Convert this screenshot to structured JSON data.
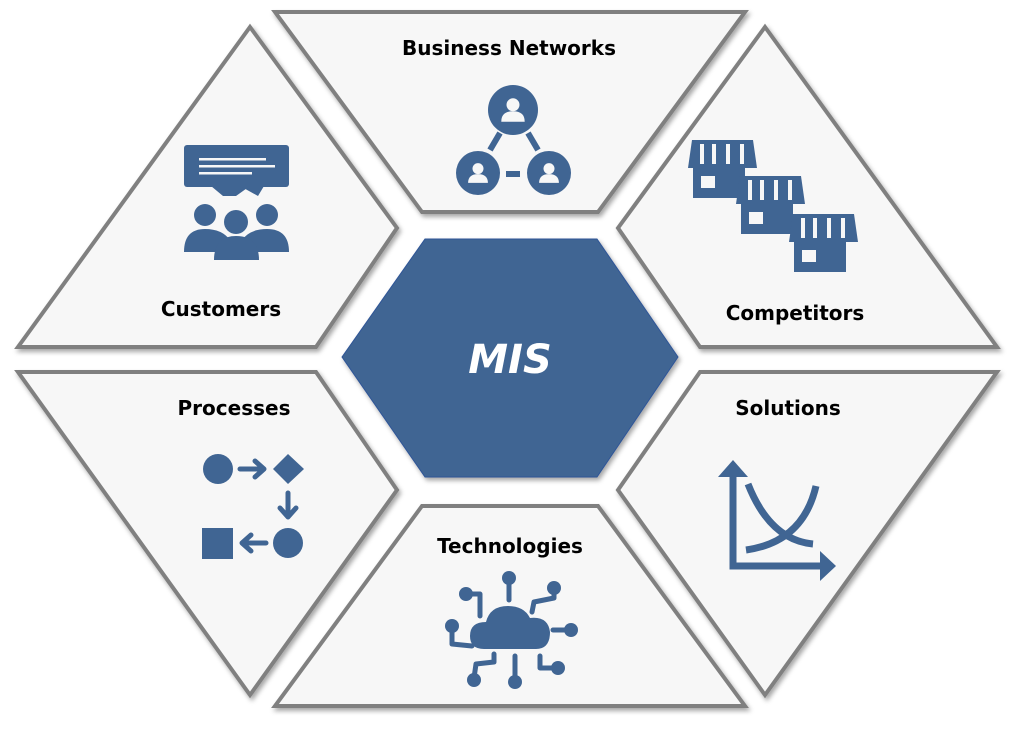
{
  "title": "MIS",
  "colors": {
    "accent": "#406593",
    "segment_fill": "#f7f7f7",
    "segment_border": "#808080",
    "label": "#000000"
  },
  "segments": [
    {
      "label": "Business Networks",
      "icon": "network-people-icon"
    },
    {
      "label": "Competitors",
      "icon": "storefronts-icon"
    },
    {
      "label": "Solutions",
      "icon": "curve-chart-icon"
    },
    {
      "label": "Technologies",
      "icon": "cloud-network-icon"
    },
    {
      "label": "Processes",
      "icon": "flowchart-icon"
    },
    {
      "label": "Customers",
      "icon": "customer-feedback-icon"
    }
  ]
}
